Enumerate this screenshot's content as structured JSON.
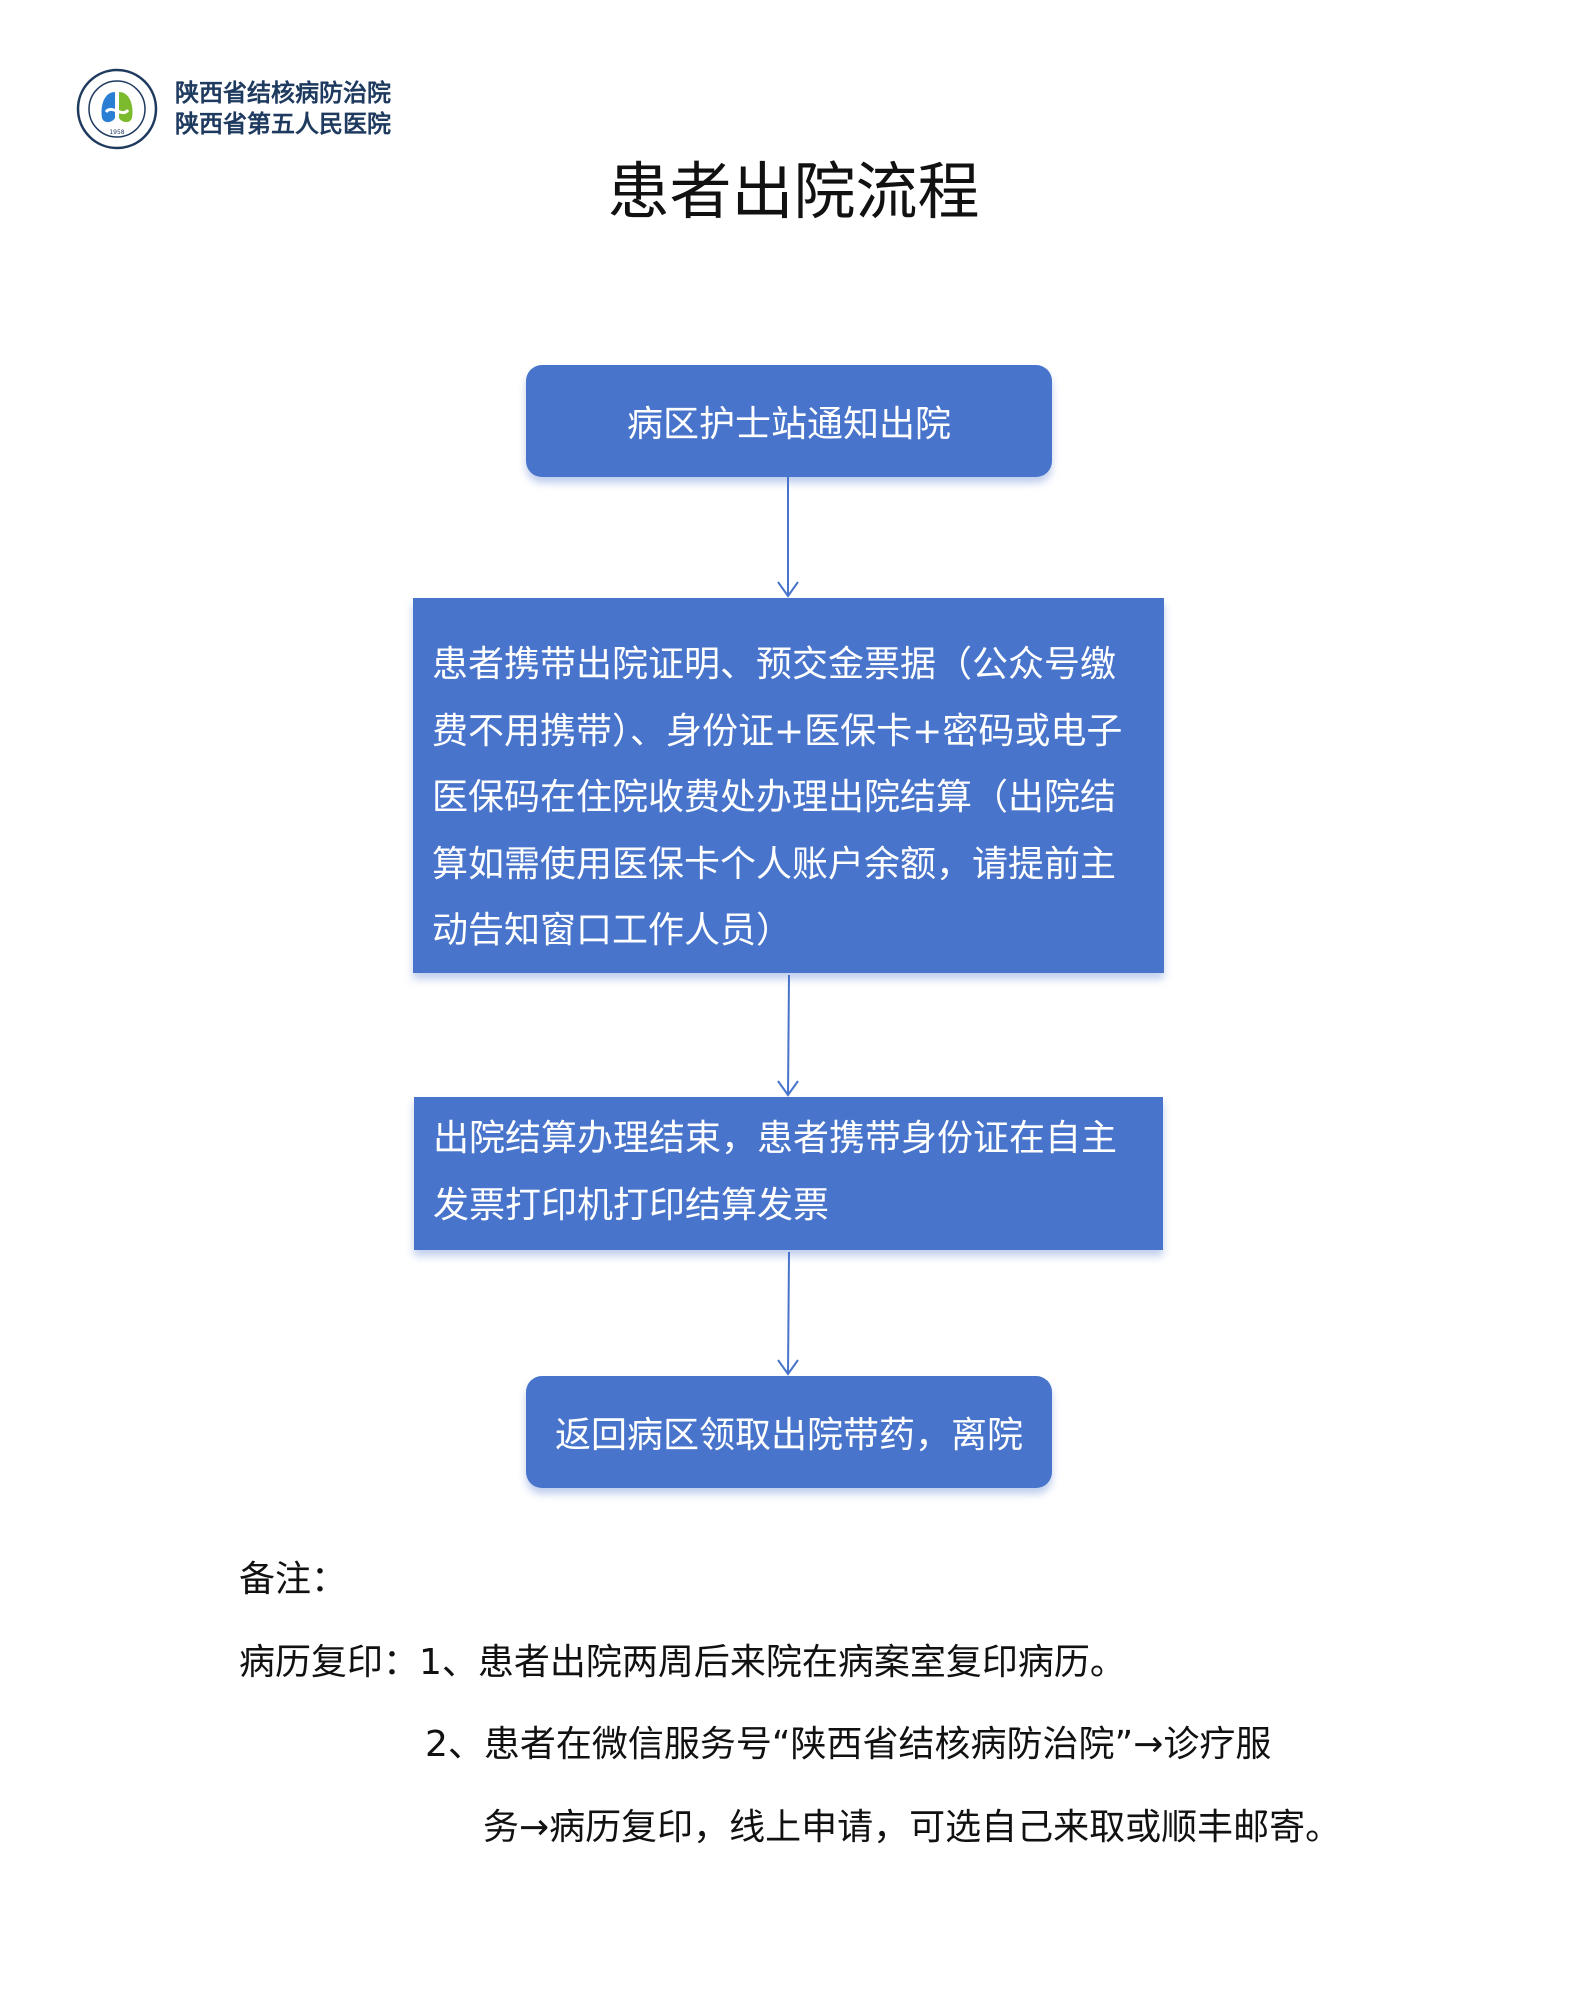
{
  "header": {
    "logo_text": "陕西省结核病防治院 1958 陕西省第五人民医院",
    "org_name_line1": "陕西省结核病防治院",
    "org_name_line2": "陕西省第五人民医院"
  },
  "title": "患者出院流程",
  "flow": {
    "step1": "病区护士站通知出院",
    "step2_lines": [
      "患者携带出院证明、预交金票据（公众号缴",
      "费不用携带）、身份证+医保卡+密码或电子",
      "医保码在住院收费处办理出院结算（出院结",
      "算如需使用医保卡个人账户余额，请提前主",
      "动告知窗口工作人员）"
    ],
    "step3_lines": [
      "出院结算办理结束，患者携带身份证在自主",
      "发票打印机打印结算发票"
    ],
    "step4": "返回病区领取出院带药，离院"
  },
  "notes": {
    "heading": "备注：",
    "label": "病历复印：",
    "item1": "1、患者出院两周后来院在病案室复印病历。",
    "item2_line1": "2、患者在微信服务号“陕西省结核病防治院”→诊疗服",
    "item2_line2": "务→病历复印，线上申请，可选自己来取或顺丰邮寄。"
  },
  "colors": {
    "box": "#4874CB",
    "arrow": "#4874CB",
    "org_text": "#1f3a5f"
  }
}
